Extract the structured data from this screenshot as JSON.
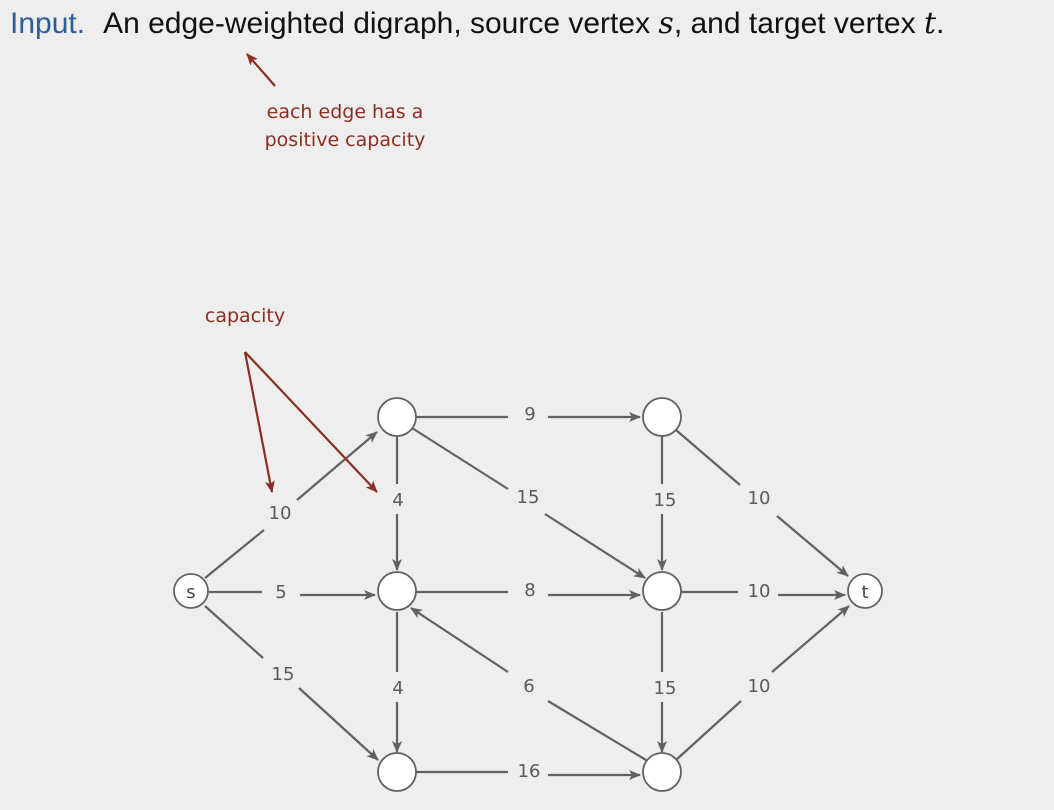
{
  "header": {
    "keyword": "Input.",
    "text_part1": "An edge-weighted digraph, source vertex ",
    "source_var": "s",
    "text_part2": ", and target vertex ",
    "target_var": "t",
    "text_end": "."
  },
  "annotations": {
    "edge_capacity_line1": "each edge has a",
    "edge_capacity_line2": "positive capacity",
    "capacity_label": "capacity"
  },
  "nodes": {
    "s": "s",
    "t": "t"
  },
  "edges": {
    "s_top": "10",
    "s_mid": "5",
    "s_bot": "15",
    "top1_mid1": "4",
    "mid1_bot1": "4",
    "top1_top2": "9",
    "top1_mid2": "15",
    "mid1_mid2": "8",
    "bot2_mid1": "6",
    "bot1_bot2": "16",
    "top2_mid2": "15",
    "mid2_bot2": "15",
    "top2_t": "10",
    "mid2_t": "10",
    "bot2_t": "10"
  },
  "colors": {
    "keyword": "#2c5d95",
    "annotation": "#8b2e22",
    "edge": "#616161",
    "background": "#eeeeee"
  }
}
